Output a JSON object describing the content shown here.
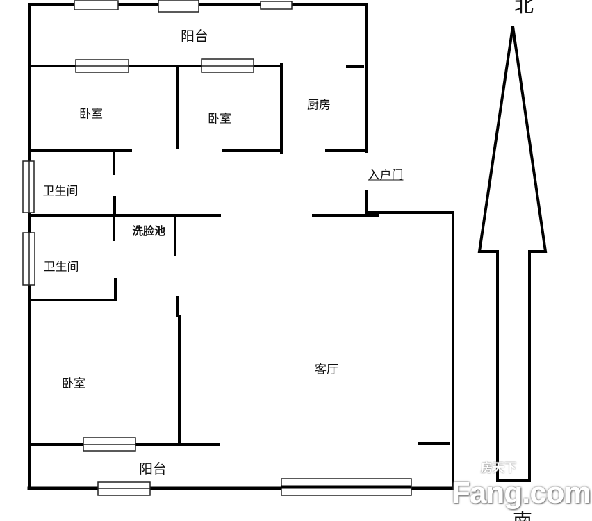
{
  "rooms": {
    "balcony_north": "阳台",
    "bedroom_1": "卧室",
    "bedroom_2": "卧室",
    "kitchen": "厨房",
    "bathroom_1": "卫生间",
    "washbasin": "洗脸池",
    "bathroom_2": "卫生间",
    "bedroom_3": "卧室",
    "living_room": "客厅",
    "balcony_south": "阳台",
    "entrance_door": "入户门"
  },
  "compass": {
    "north": "北",
    "south": "南"
  },
  "watermark": {
    "cn": "房天下",
    "en": "Fang.com"
  }
}
